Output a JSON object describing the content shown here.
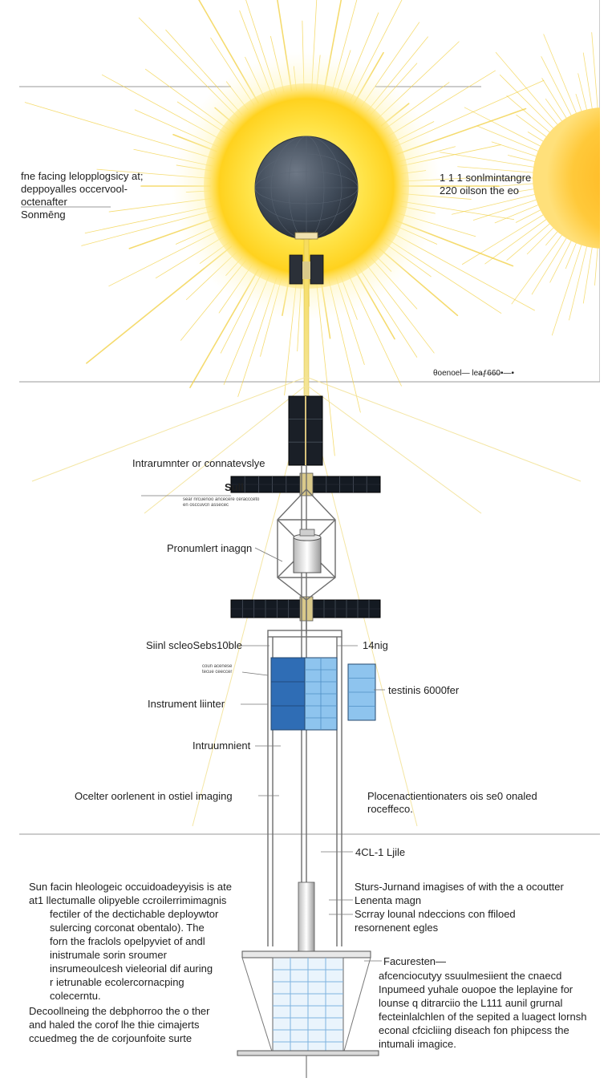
{
  "colors": {
    "sun_core": "#ffd21e",
    "sun_glow": "#fff3a0",
    "sun_edge": "#f5a400",
    "occulter": "#3f4a58",
    "panel_dark": "#141a22",
    "panel_blue": "#2f6db5",
    "panel_light": "#8ec4ee",
    "structure": "#6d6d6d",
    "ray": "#f2d040"
  },
  "labels": {
    "top_left": [
      "fne facing lelopplogsicy at;",
      "deppoyalles occervool-",
      "octenafter",
      "Sonmēng"
    ],
    "top_right": [
      "1 1 1 sonlmintangre",
      "220 oilson the eo"
    ],
    "top_footer": "θoenoel—   leaƒ660•—•",
    "instrument_or": "Intrarumnter or connatevslye",
    "model_code": "Sull",
    "tiny_caption_1": [
      "sear nrcuenoo ancecere ceraccceto",
      "en osccuvcn assecec"
    ],
    "prominent": "Pronumlert inagqn",
    "sunl_scale": "Siinl scleoSebs10ble",
    "tiny_caption_2": [
      "coun acenese",
      "tecue ceeccer"
    ],
    "instrument_limiter": "Instrument liinter",
    "right_1kmg": "14nig",
    "right_testinis": "testinis 6000fer",
    "instrumnient": "Intruumnient",
    "occulter_imaging": "Ocelter oorlenent in ostiel imaging",
    "right_block": [
      "Plocenactientionaters ois se0 onaled",
      "roceffeco."
    ],
    "right_4cl": "4CL-1 Ljile",
    "bottom_left": [
      "Sun facin hleologeic occuidoadeyyisis is ate",
      "at1 llectumalle olipyeble ccroilerrimimagnis",
      "fectiler of the dectichable deploywtor",
      "sulercing corconat obentalo). The",
      "forn the fraclols opelpyviet of andl",
      "inistrumale sorin sroumer",
      "insrumeoulcesh vieleorial dif auring",
      "r ietrunable ecolercornacping",
      "colecerntu."
    ],
    "bottom_left_2": [
      "Decoollneing the debphorroo the o ther",
      "and haled the corof lhe thie cimajerts",
      "ccuedmeg the de corjounfoite surte"
    ],
    "right_mid": [
      "Sturs-Jurnand imagises of with the a ocoutter",
      "Lenenta magn",
      "Scrray lounal ndeccions con ffiloed",
      "resornenent egles"
    ],
    "bottom_right_title": "Facuresten—",
    "bottom_right": [
      "afcenciocutyy ssuulmesiient the cnaecd",
      "Inpumeed yuhale ouopoe the leplayine for",
      "lounse q ditrarciio the L111 aunil grurnal",
      "fecteinlalchlen of the sepited a luagect lornsh",
      "econal cfcicliing diseach fon phipcess  the",
      "intumali imagice."
    ]
  }
}
